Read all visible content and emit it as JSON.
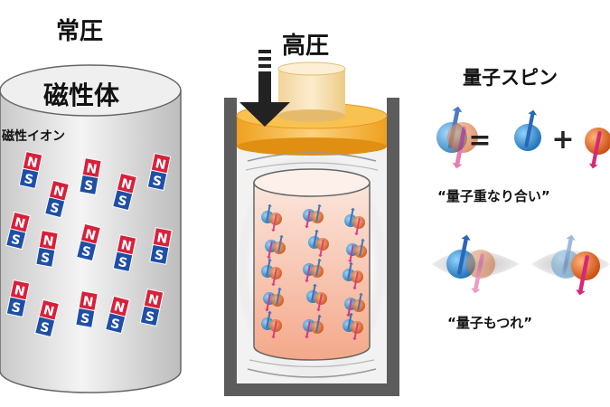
{
  "normal_pressure": {
    "title": "常圧",
    "cylinder_label": "磁性体",
    "ion_label": "磁性イオン",
    "magnet_north": "N",
    "magnet_south": "S"
  },
  "high_pressure": {
    "title": "高圧"
  },
  "quantum_spin": {
    "title": "量子スピン",
    "equals_symbol": "=",
    "plus_symbol": "+",
    "superposition_caption": "“量子重なり合い”",
    "entanglement_caption": "“量子もつれ”"
  },
  "colors": {
    "north_red": "#d8203a",
    "south_blue": "#1f4fa5",
    "orange_ball": "#e2691e",
    "blue_ball": "#2d8fd2",
    "cap_orange": "#f6b031",
    "wall_gray": "#5c5c5c"
  }
}
